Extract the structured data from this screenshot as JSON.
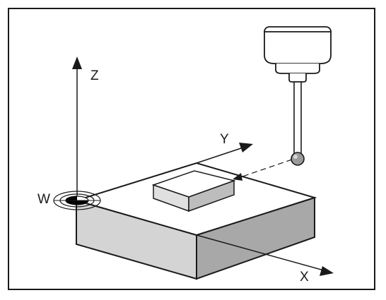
{
  "diagram": {
    "axes": {
      "z_label": "Z",
      "y_label": "Y",
      "x_label": "X"
    },
    "workpiece_origin_label": "W",
    "colors": {
      "frame": "#1a1a1a",
      "box_side_light": "#d4d4d4",
      "box_side_dark": "#a8a8a8",
      "box_top": "#ffffff",
      "block_side_light": "#e0e0e0",
      "block_side_dark": "#bdbdbd",
      "probe_body": "#ffffff",
      "probe_tip": "#9a9a9a",
      "origin_marker": "#000000"
    },
    "icons": {
      "probe": "touch-probe-icon",
      "origin": "workpiece-origin-icon"
    }
  }
}
